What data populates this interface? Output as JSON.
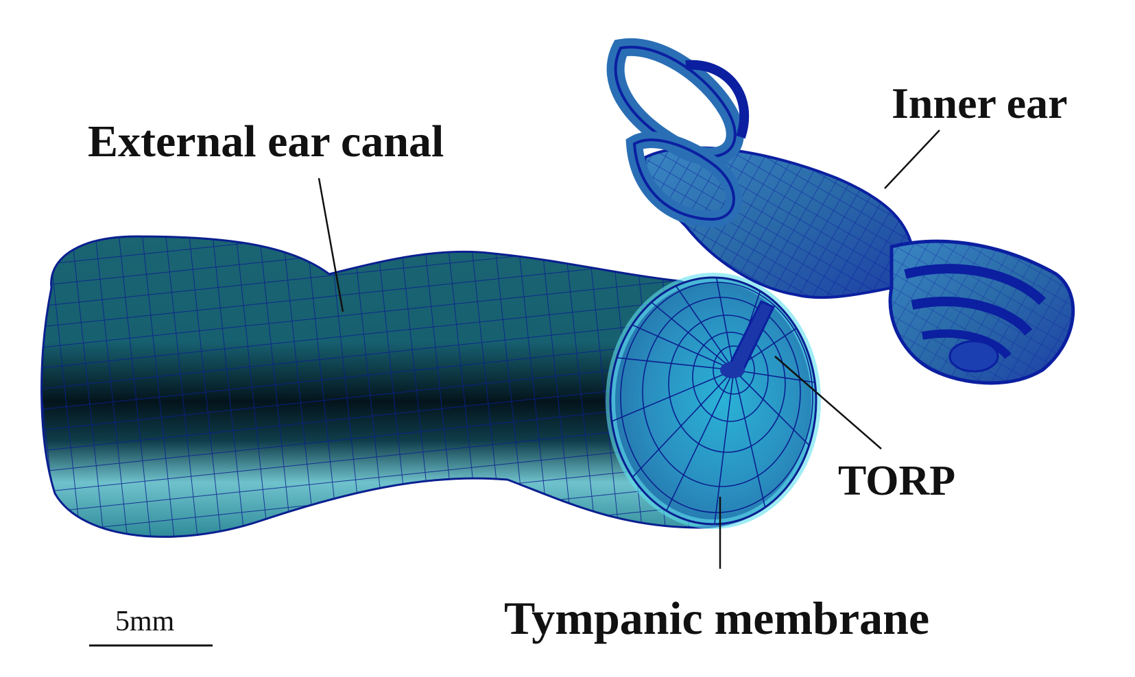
{
  "labels": {
    "external_ear_canal": "External ear canal",
    "inner_ear": "Inner ear",
    "torp": "TORP",
    "tympanic_membrane": "Tympanic membrane"
  },
  "scale_bar": {
    "text": "5mm"
  },
  "colors": {
    "mesh_dark": "#0a3a4a",
    "mesh_mid": "#1a6a7a",
    "mesh_light": "#5fc7d6",
    "mesh_line": "#0a1f8f",
    "inner_ear": "#2a6fb5",
    "inner_ear_edge": "#0b1fa0",
    "leader": "#111111"
  }
}
